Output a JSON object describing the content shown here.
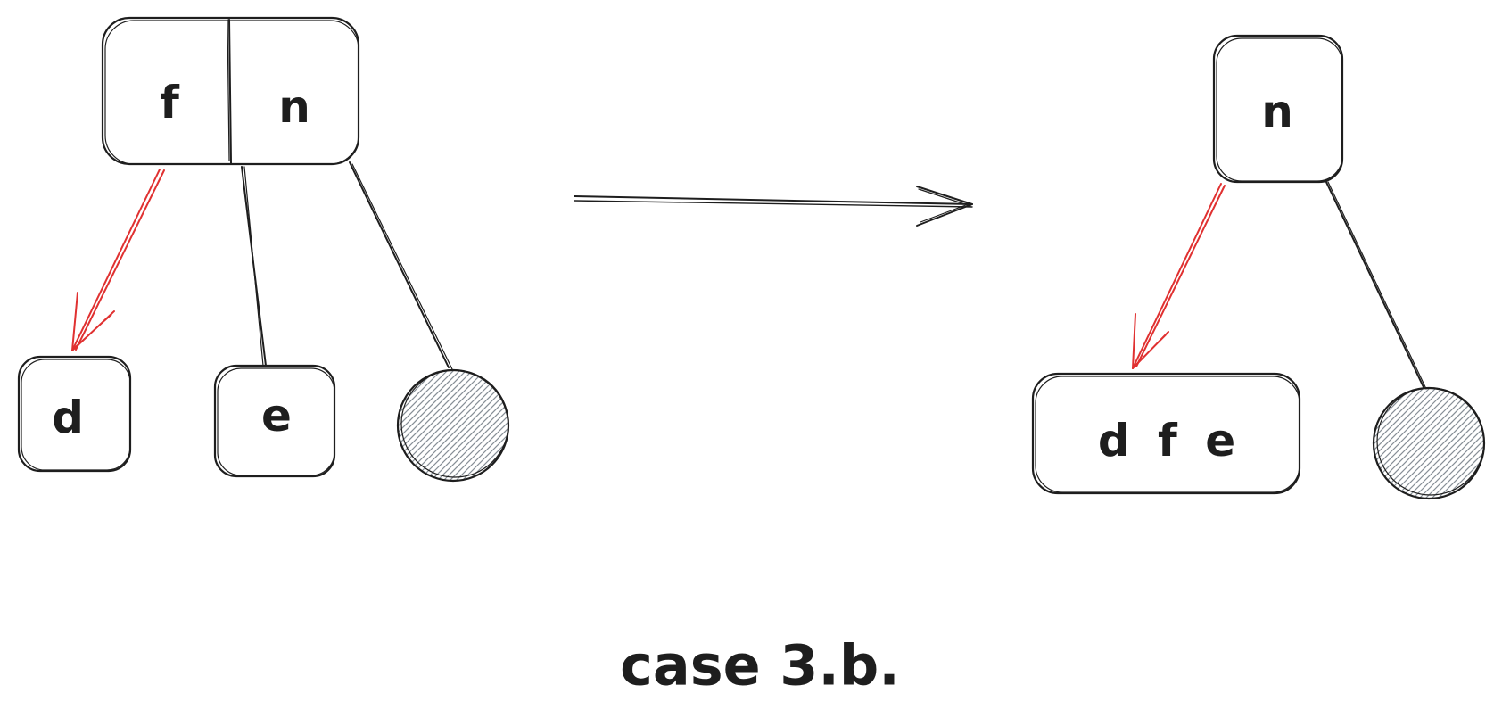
{
  "diagram": {
    "before": {
      "parent": {
        "keys": [
          "f",
          "n"
        ]
      },
      "children": {
        "left": {
          "label": "d"
        },
        "middle": {
          "label": "e"
        }
      }
    },
    "after": {
      "parent": {
        "label": "n"
      },
      "merged_child": {
        "label": "d f e"
      }
    },
    "caption": "case 3.b.",
    "colors": {
      "ink": "#1e1e1e",
      "highlight_edge": "#e03131",
      "hatch": "#868e96"
    }
  }
}
